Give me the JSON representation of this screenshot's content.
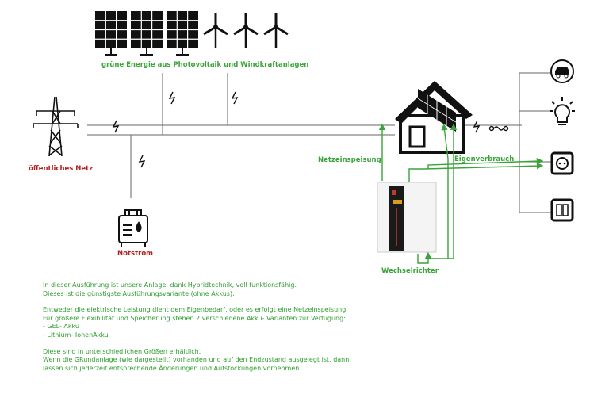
{
  "labels": {
    "green_energy": "grüne Energie aus Photovoltaik und Windkraftanlagen",
    "public_grid": "öffentliches Netz",
    "emergency_power": "Notstrom",
    "grid_feed_in": "Netzeinspeisung",
    "self_consumption": "Eigenverbrauch",
    "inverter": "Wechselrichter"
  },
  "description": {
    "para1_line1": "In dieser Ausführung ist unsere Anlage, dank Hybridtechnik, voll funktionsfähig.",
    "para1_line2": "Dieses ist die günstigste Ausführungsvariante (ohne Akkus).",
    "para2_line1": "Entweder die elektrische Leistung dient dem Eigenbedarf, oder es erfolgt eine Netzeinspeisung.",
    "para2_line2": "Für größere Flexibilität und Speicherung stehen 2 verschiedene Akku- Varianten zur Verfügung:",
    "para2_line3": "- GEL- Akku",
    "para2_line4": "- Lithium- IonenAkku",
    "para3_line1": "Diese sind in unterschiedlichen Größen erhältlich.",
    "para3_line2": "Wenn die GRundanlage (wie dargestellt) vorhanden und auf den Endzustand ausgelegt ist, dann",
    "para3_line3": "lassen sich jederzeit entsprechende Änderungen und Aufstockungen vornehmen."
  },
  "icons": [
    "solar-panel-icon",
    "wind-turbine-icon",
    "power-pylon-icon",
    "generator-icon",
    "house-icon",
    "inverter-icon",
    "car-icon",
    "light-bulb-icon",
    "socket-icon",
    "switch-icon",
    "lightning-icon",
    "meter-icon"
  ],
  "colors": {
    "flow_green": "#3aa43a",
    "label_red": "#b22222",
    "line_gray": "#555555"
  }
}
